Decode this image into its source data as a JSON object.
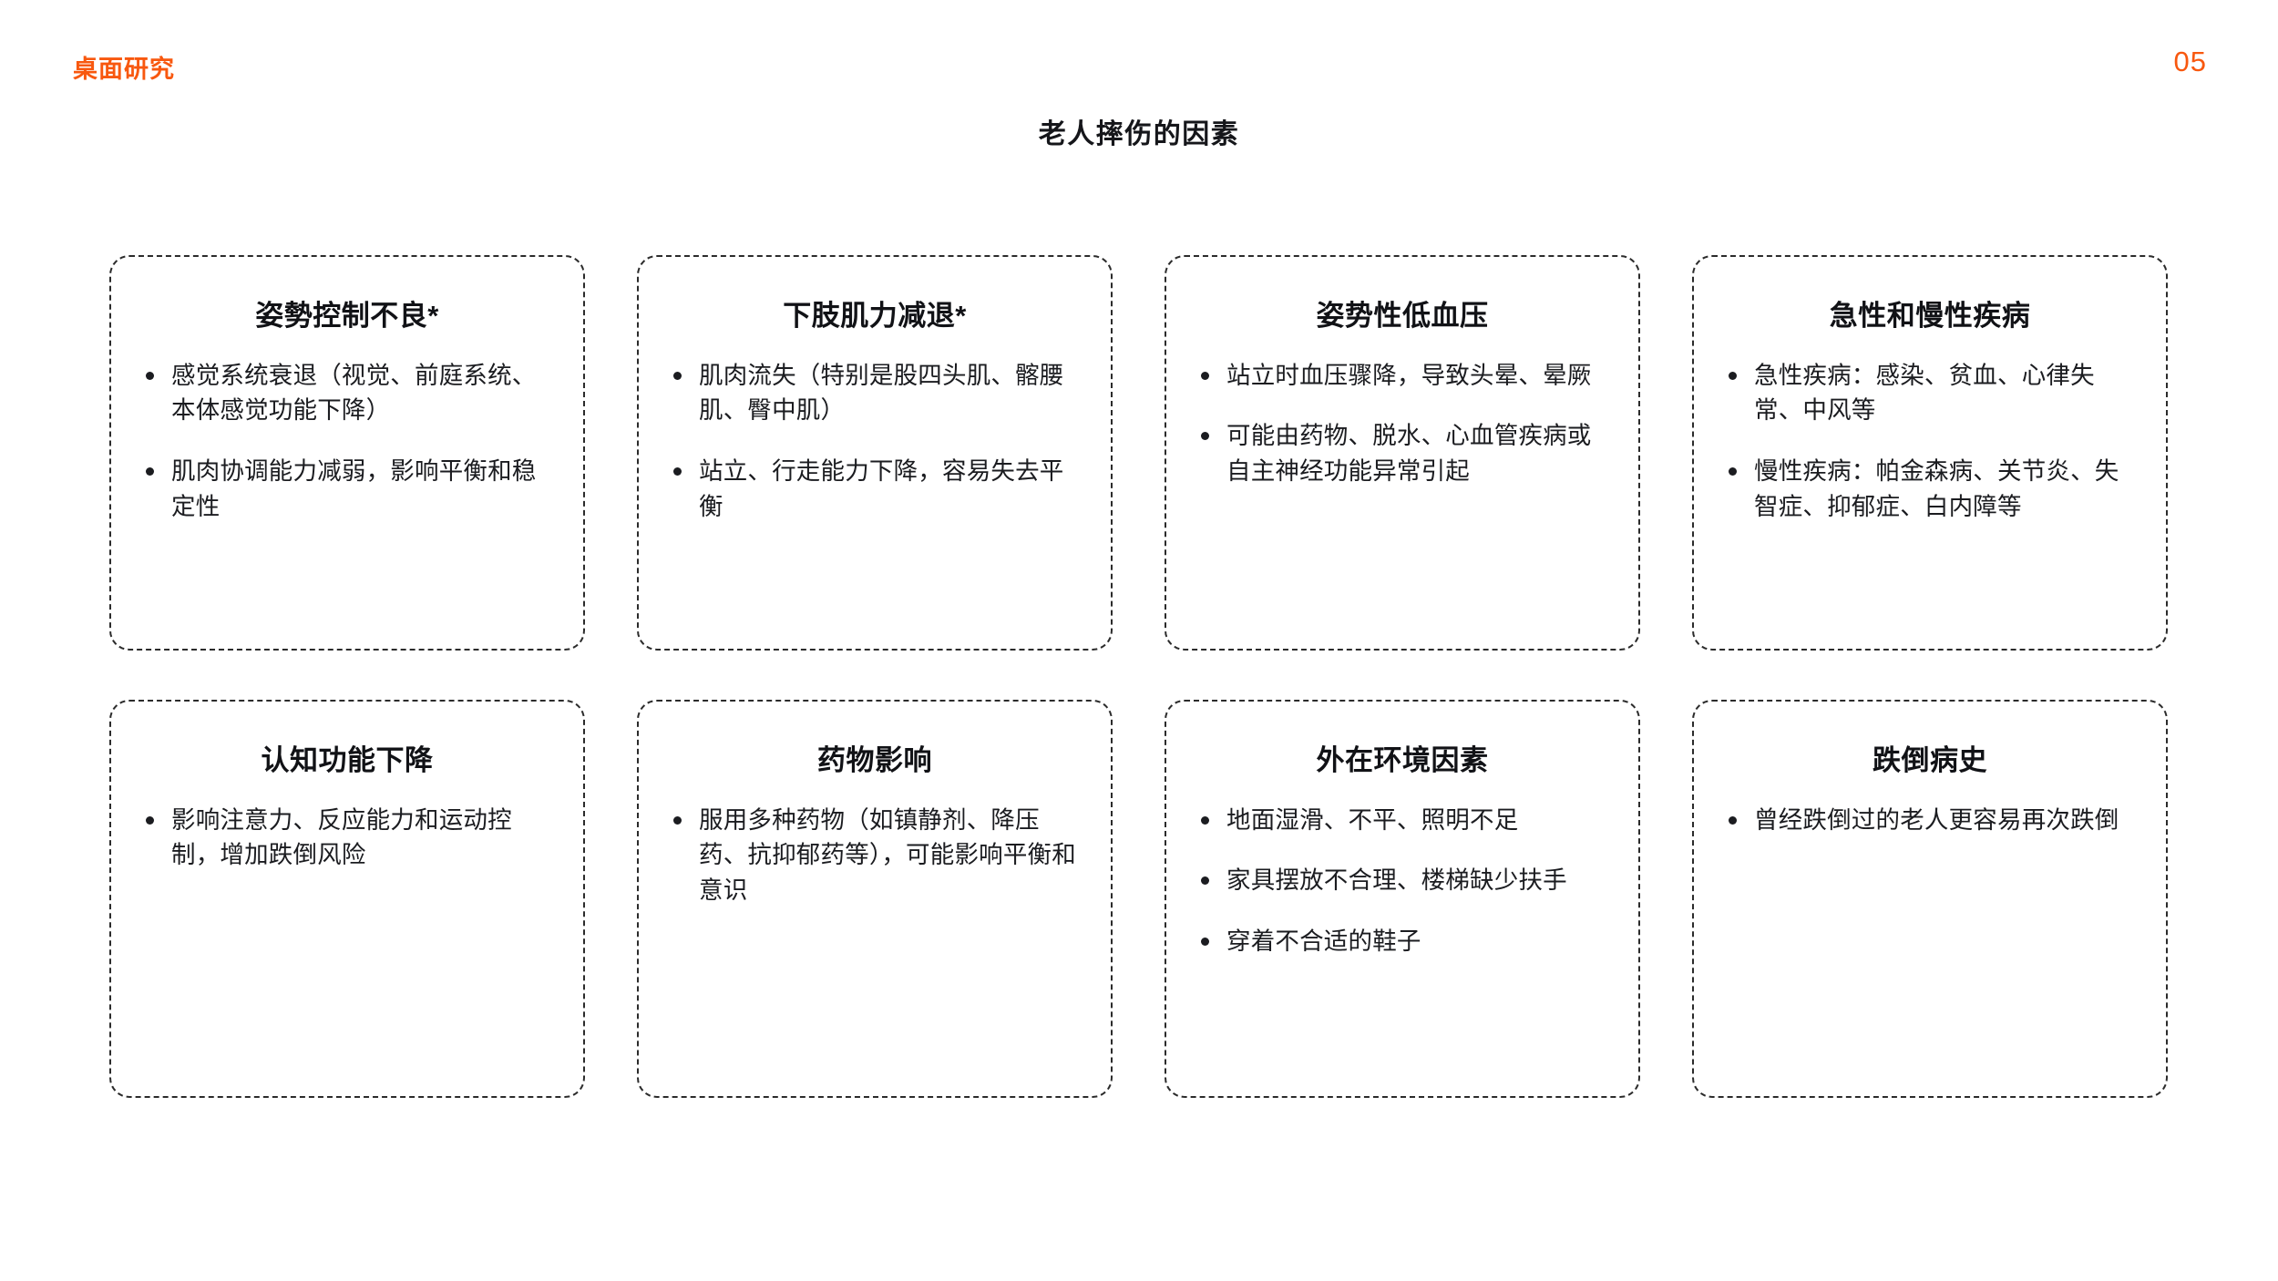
{
  "header": {
    "kicker": "桌面研究",
    "page_number": "05",
    "accent_color": "#f8580f"
  },
  "slide": {
    "title": "老人摔伤的因素",
    "title_color": "#15161a",
    "border_color": "#2b2b2b",
    "background": "#ffffff"
  },
  "cards": [
    {
      "title": "姿勢控制不良*",
      "bullets": [
        "感觉系统衰退（视觉、前庭系统、本体感觉功能下降）",
        "肌肉协调能力减弱，影响平衡和稳定性"
      ]
    },
    {
      "title": "下肢肌力减退*",
      "bullets": [
        "肌肉流失（特别是股四头肌、髂腰肌、臀中肌）",
        "站立、行走能力下降，容易失去平衡"
      ]
    },
    {
      "title": "姿势性低血压",
      "bullets": [
        "站立时血压骤降，导致头晕、晕厥",
        "可能由药物、脱水、心血管疾病或自主神经功能异常引起"
      ]
    },
    {
      "title": "急性和慢性疾病",
      "bullets": [
        "急性疾病：感染、贫血、心律失常、中风等",
        "慢性疾病：帕金森病、关节炎、失智症、抑郁症、白内障等"
      ]
    },
    {
      "title": "认知功能下降",
      "bullets": [
        "影响注意力、反应能力和运动控制，增加跌倒风险"
      ]
    },
    {
      "title": "药物影响",
      "bullets": [
        "服用多种药物（如镇静剂、降压药、抗抑郁药等），可能影响平衡和意识"
      ]
    },
    {
      "title": "外在环境因素",
      "bullets": [
        "地面湿滑、不平、照明不足",
        "家具摆放不合理、楼梯缺少扶手",
        "穿着不合适的鞋子"
      ]
    },
    {
      "title": "跌倒病史",
      "bullets": [
        "曾经跌倒过的老人更容易再次跌倒"
      ]
    }
  ]
}
